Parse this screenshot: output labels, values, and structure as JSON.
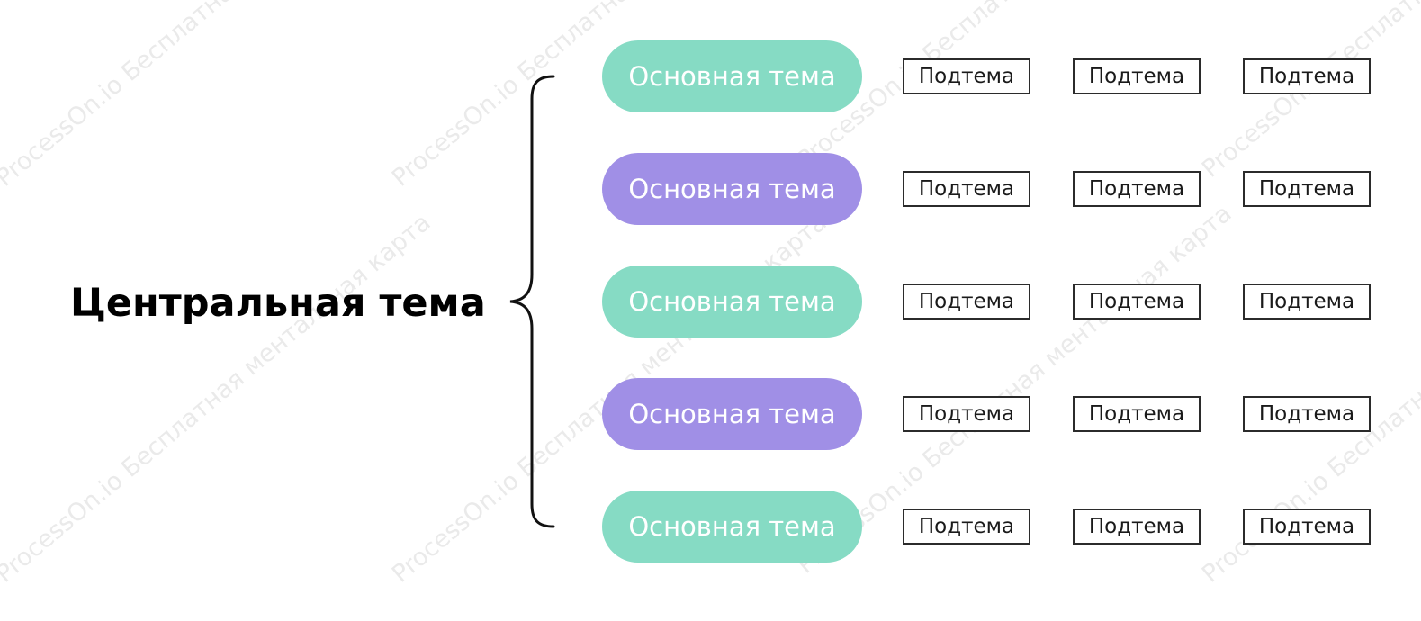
{
  "watermark": "ProcessOn.io Бесплатная ментальная карта",
  "central_topic": "Центральная тема",
  "colors": {
    "teal": "#86dbc4",
    "purple": "#a08fe6",
    "subtopic_border": "#2b2b2b",
    "brace": "#111111"
  },
  "branches": [
    {
      "label": "Основная тема",
      "color": "teal",
      "subtopics": [
        "Подтема",
        "Подтема",
        "Подтема"
      ]
    },
    {
      "label": "Основная тема",
      "color": "purple",
      "subtopics": [
        "Подтема",
        "Подтема",
        "Подтема"
      ]
    },
    {
      "label": "Основная тема",
      "color": "teal",
      "subtopics": [
        "Подтема",
        "Подтема",
        "Подтема"
      ]
    },
    {
      "label": "Основная тема",
      "color": "purple",
      "subtopics": [
        "Подтема",
        "Подтема",
        "Подтема"
      ]
    },
    {
      "label": "Основная тема",
      "color": "teal",
      "subtopics": [
        "Подтема",
        "Подтема",
        "Подтема"
      ]
    }
  ]
}
